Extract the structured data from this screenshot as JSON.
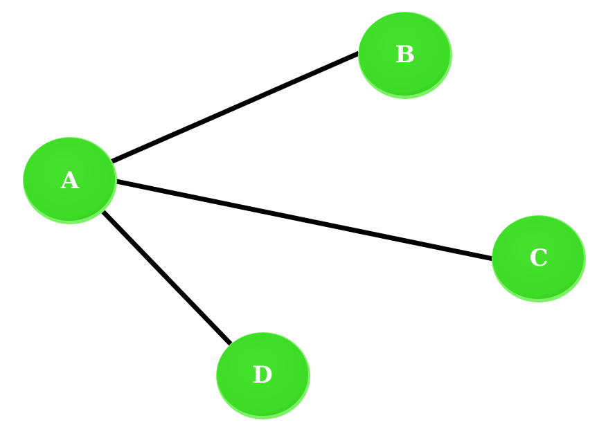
{
  "colors": {
    "node_fill": "#3ddc26",
    "node_highlight": "#7cf066",
    "node_shadow": "#2bb81a",
    "edge": "#000000",
    "label": "#ffffff",
    "background": "#ffffff"
  },
  "nodes": [
    {
      "id": "A",
      "label": "A"
    },
    {
      "id": "B",
      "label": "B"
    },
    {
      "id": "C",
      "label": "C"
    },
    {
      "id": "D",
      "label": "D"
    }
  ],
  "edges": [
    {
      "from": "A",
      "to": "B"
    },
    {
      "from": "A",
      "to": "C"
    },
    {
      "from": "A",
      "to": "D"
    }
  ]
}
